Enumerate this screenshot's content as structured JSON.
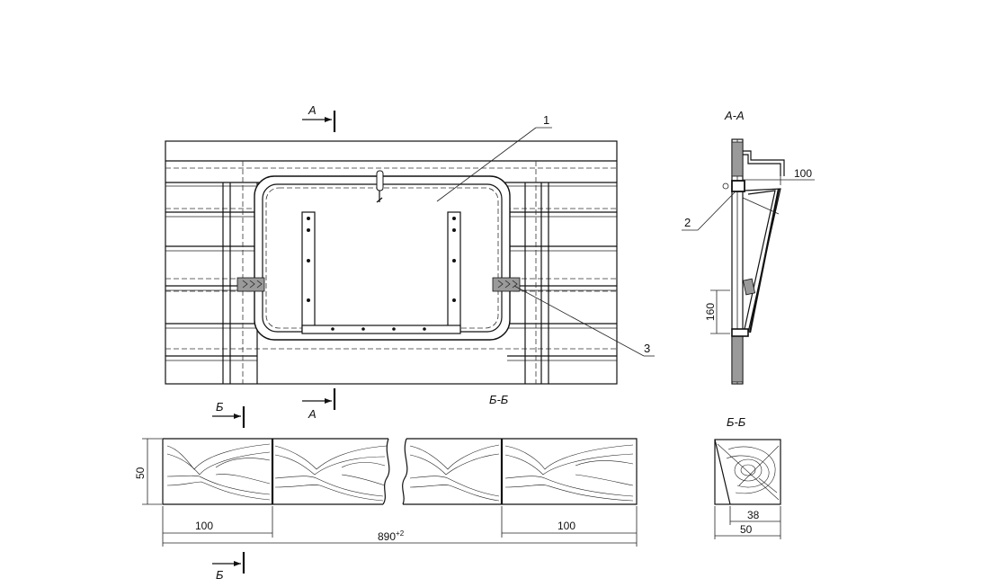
{
  "section_marks": {
    "a_top": "A",
    "a_bottom": "A",
    "b_top": "Б",
    "b_bottom": "Б"
  },
  "view_titles": {
    "section_aa": "А-А",
    "section_bb_main": "Б-Б",
    "section_bb_right": "Б-Б"
  },
  "callouts": {
    "c1": "1",
    "c2": "2",
    "c3": "3"
  },
  "dimensions": {
    "aa_width": "100",
    "aa_height": "160",
    "beam_height": "50",
    "beam_left_end": "100",
    "beam_right_end": "100",
    "beam_length": "890",
    "beam_length_tol": "+2",
    "bb_inner": "38",
    "bb_outer": "50"
  }
}
